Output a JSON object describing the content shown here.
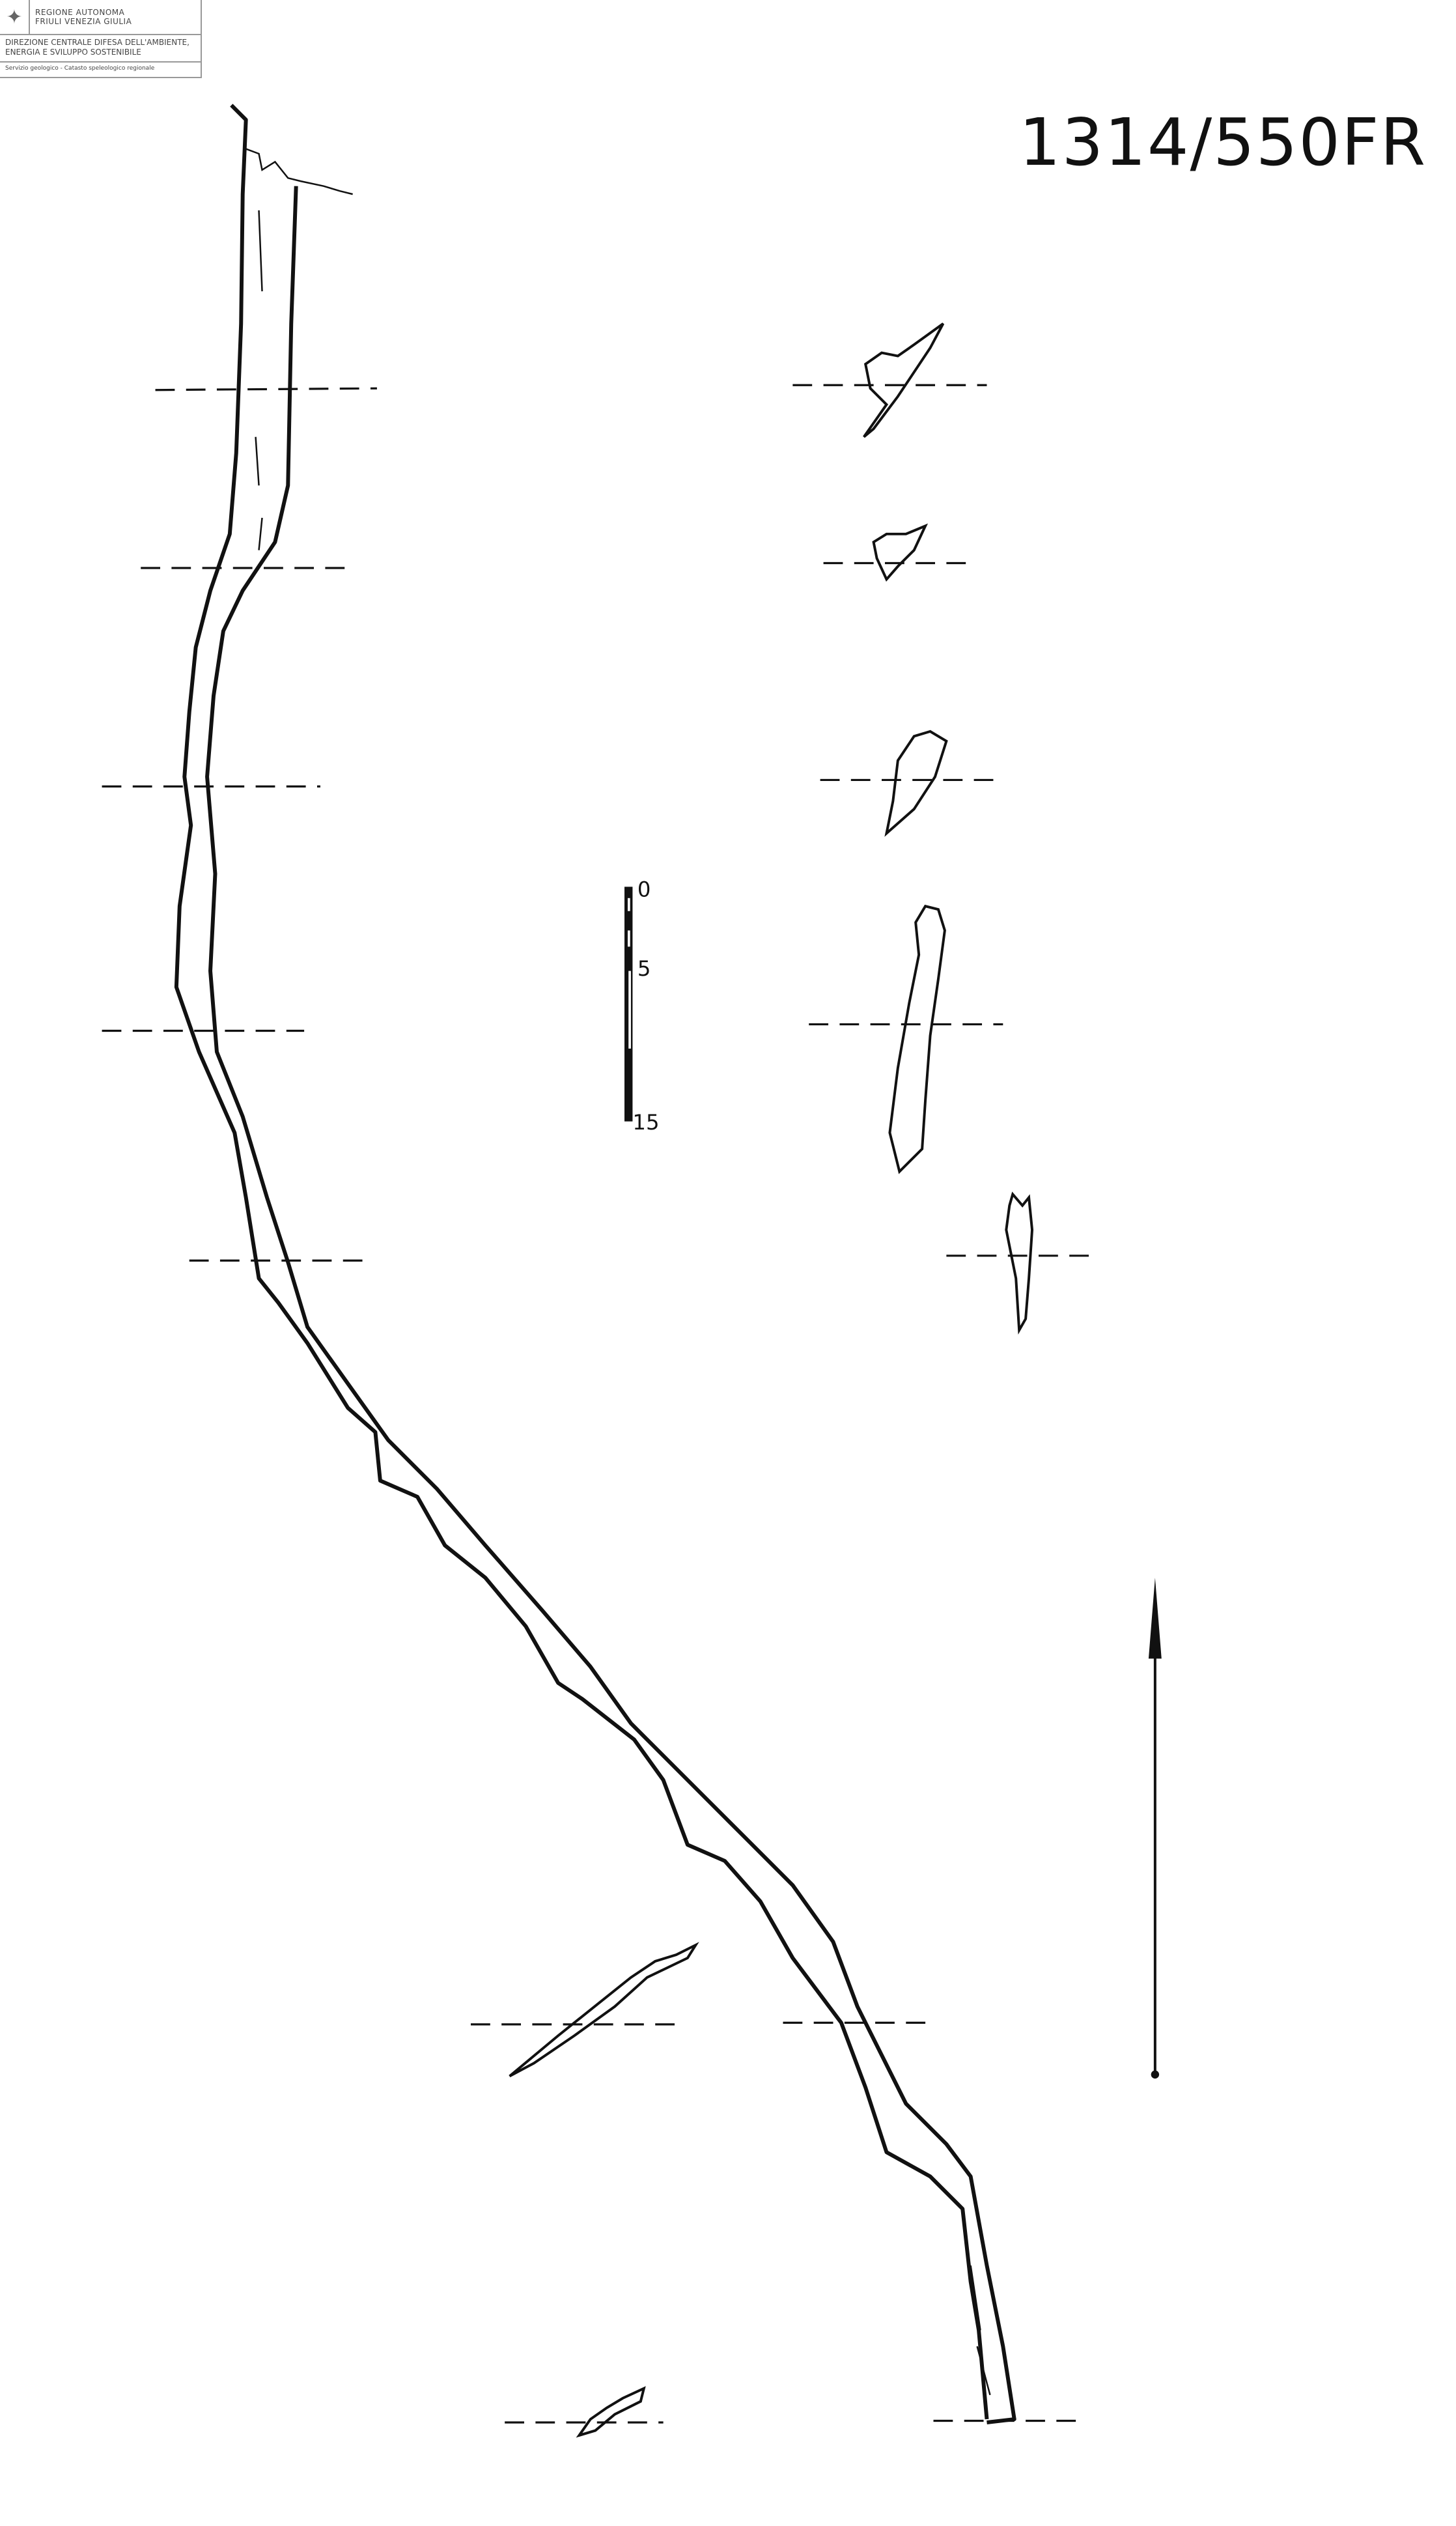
{
  "logo": {
    "line1": "REGIONE AUTONOMA",
    "line2": "FRIULI VENEZIA GIULIA",
    "line3": "DIREZIONE CENTRALE DIFESA DELL'AMBIENTE,",
    "line4": "ENERGIA E SVILUPPO SOSTENIBILE",
    "line5": "Servizio geologico - Catasto speleologico regionale"
  },
  "title": "1314/550FR",
  "scale": {
    "label_0": "0",
    "label_5": "5",
    "label_15": "15"
  }
}
